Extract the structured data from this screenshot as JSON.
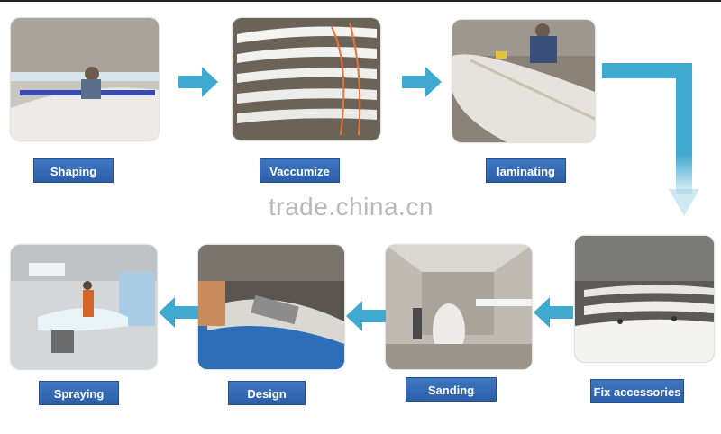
{
  "steps": [
    {
      "label": "Shaping"
    },
    {
      "label": "Vaccumize"
    },
    {
      "label": "laminating"
    },
    {
      "label": "Fix accessories"
    },
    {
      "label": "Sanding"
    },
    {
      "label": "Design"
    },
    {
      "label": "Spraying"
    }
  ],
  "watermark": "trade.china.cn",
  "colors": {
    "arrow": "#3fa9d0",
    "label_bg": "#3468b4",
    "label_text": "#ffffff"
  }
}
